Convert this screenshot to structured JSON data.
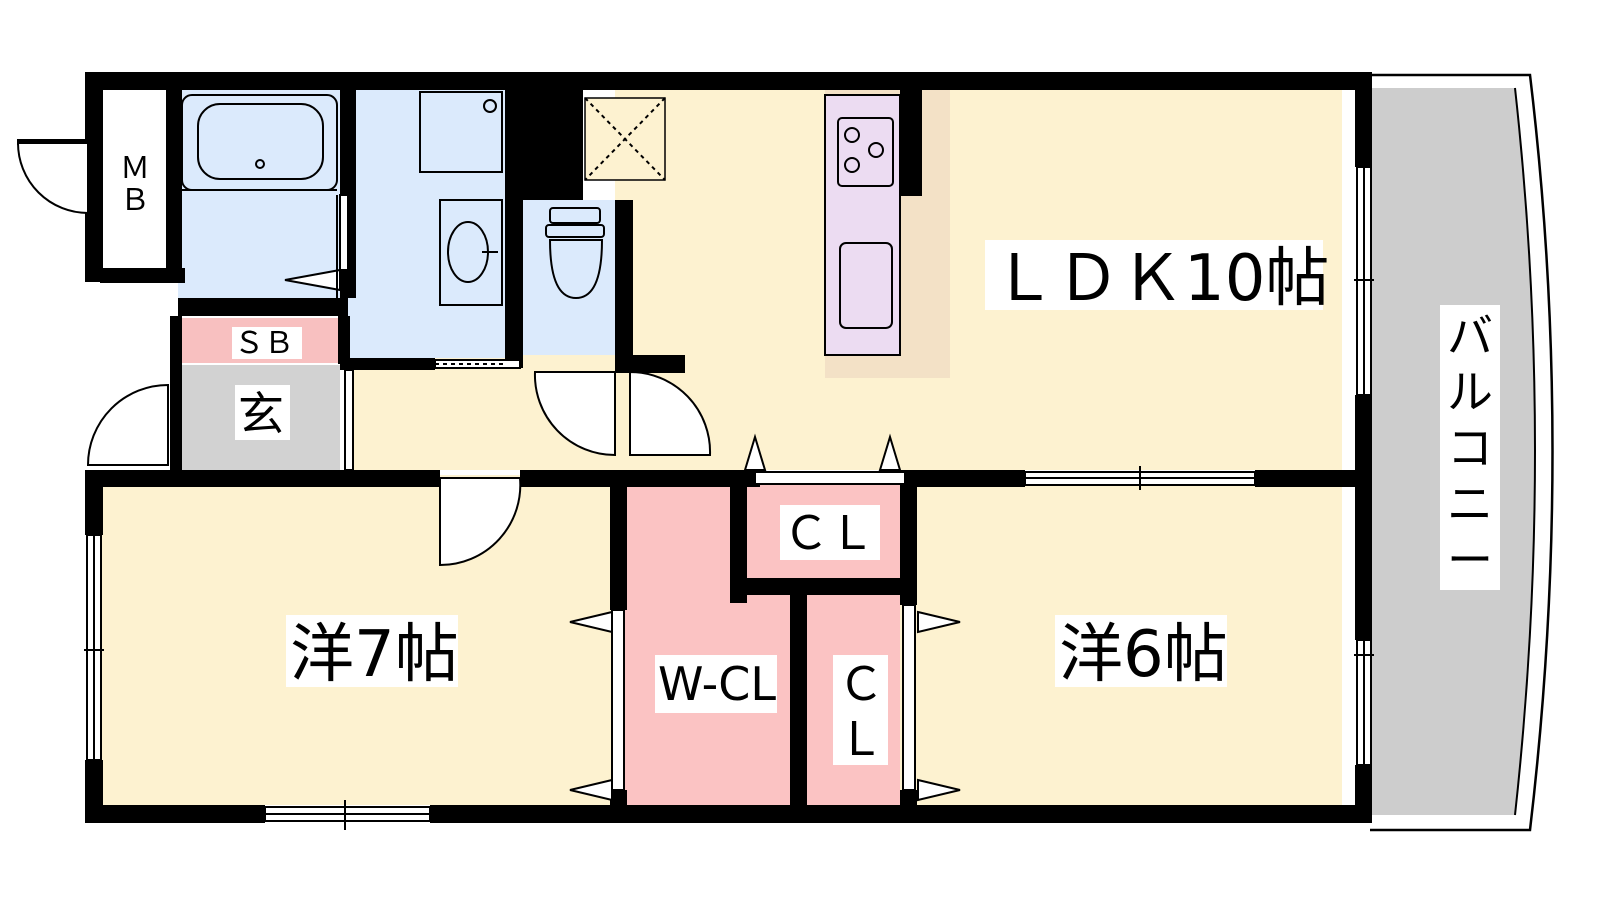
{
  "rooms": {
    "ldk": "ＬＤＫ10帖",
    "western7": "洋7帖",
    "western6": "洋6帖",
    "wcl": "W-CL",
    "cl_top": "ＣＬ",
    "cl_side_1": "Ｃ",
    "cl_side_2": "Ｌ",
    "entrance": "玄",
    "shoe_box": "ＳＢ",
    "meter_box_1": "Ｍ",
    "meter_box_2": "Ｂ",
    "balcony": [
      "バ",
      "ル",
      "コ",
      "ニ",
      "ー"
    ]
  },
  "colors": {
    "living": "#fdf2d0",
    "wet": "#dbeafc",
    "closet": "#fbc3c3",
    "shoe_box": "#f8c0c0",
    "entrance": "#d2d2d2",
    "balcony": "#cdcdcd",
    "kitchen": "#ecdcf2",
    "counter": "#f3e1c6",
    "wall": "#000000"
  },
  "icons": [
    "bathtub-icon",
    "washbasin-icon",
    "toilet-icon",
    "stove-icon",
    "sink-icon",
    "washer-pan-icon",
    "door-swing-icon",
    "window-icon"
  ]
}
